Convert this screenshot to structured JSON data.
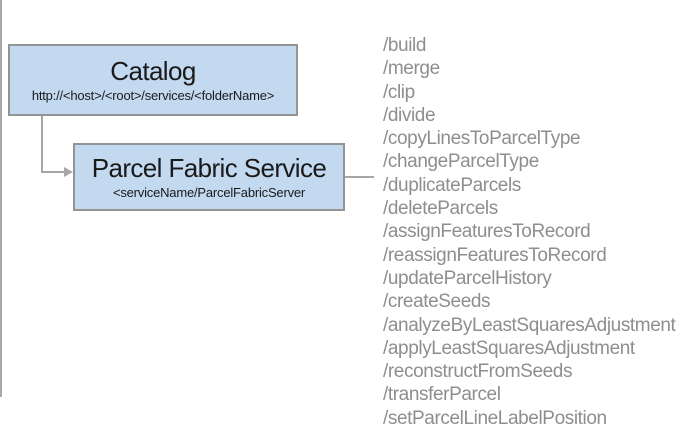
{
  "diagram": {
    "catalog_box": {
      "title": "Catalog",
      "subtitle": "http://<host>/<root>/services/<folderName>"
    },
    "service_box": {
      "title": "Parcel Fabric Service",
      "subtitle": "<serviceName/ParcelFabricServer"
    },
    "endpoints": [
      "/build",
      "/merge",
      "/clip",
      "/divide",
      "/copyLinesToParcelType",
      "/changeParcelType",
      "/duplicateParcels",
      "/deleteParcels",
      "/assignFeaturesToRecord",
      "/reassignFeaturesToRecord",
      "/updateParcelHistory",
      "/createSeeds",
      "/analyzeByLeastSquaresAdjustment",
      "/applyLeastSquaresAdjustment",
      "/reconstructFromSeeds",
      "/transferParcel",
      "/setParcelLineLabelPosition"
    ],
    "colors": {
      "box_fill": "#c3d9f0",
      "box_border": "#949494",
      "connector": "#a6a6a6",
      "divider": "#a8a8a8",
      "endpoint_text": "#8e8e8e",
      "title_text": "#1a1a1a"
    }
  }
}
